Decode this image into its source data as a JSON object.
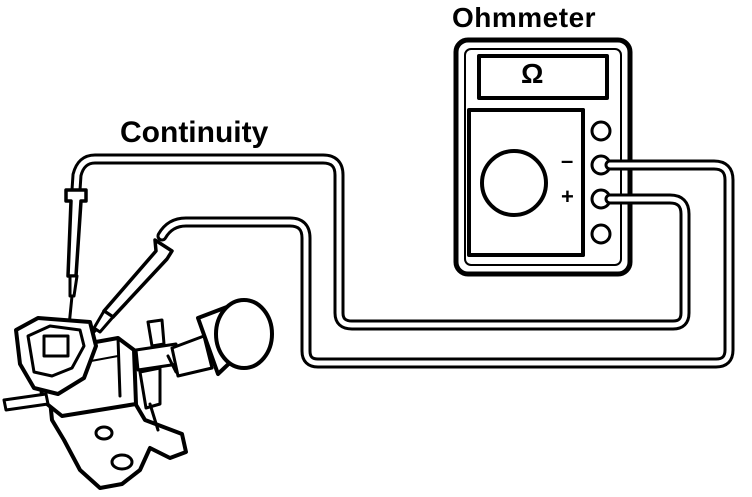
{
  "labels": {
    "meter_title": "Ohmmeter",
    "test_label": "Continuity",
    "display_symbol": "Ω",
    "terminal_minus": "–",
    "terminal_plus": "+"
  },
  "colors": {
    "ink": "#000000",
    "paper": "#ffffff"
  }
}
